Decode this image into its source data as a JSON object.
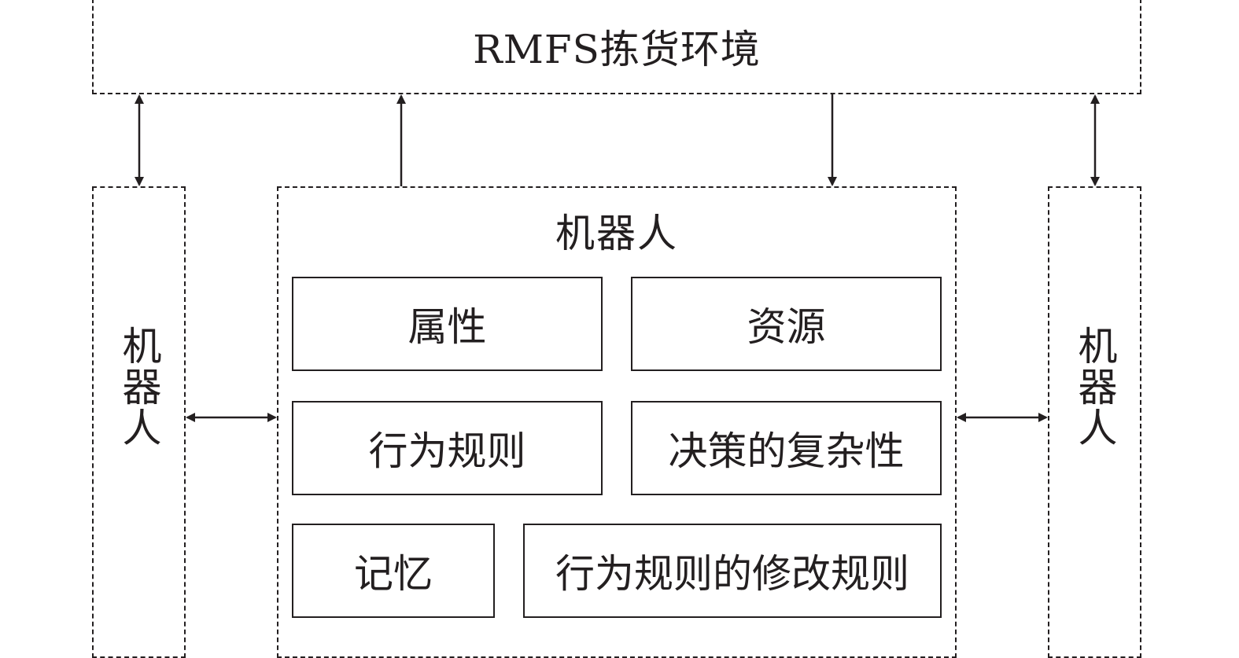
{
  "environment": {
    "label": "RMFS拣货环境"
  },
  "robot_main": {
    "title": "机器人",
    "modules": {
      "attributes": "属性",
      "resources": "资源",
      "behavior_rules": "行为规则",
      "decision_complexity": "决策的复杂性",
      "memory": "记忆",
      "rule_modification": "行为规则的修改规则"
    }
  },
  "robot_left": {
    "label": "机器人"
  },
  "robot_right": {
    "label": "机器人"
  }
}
